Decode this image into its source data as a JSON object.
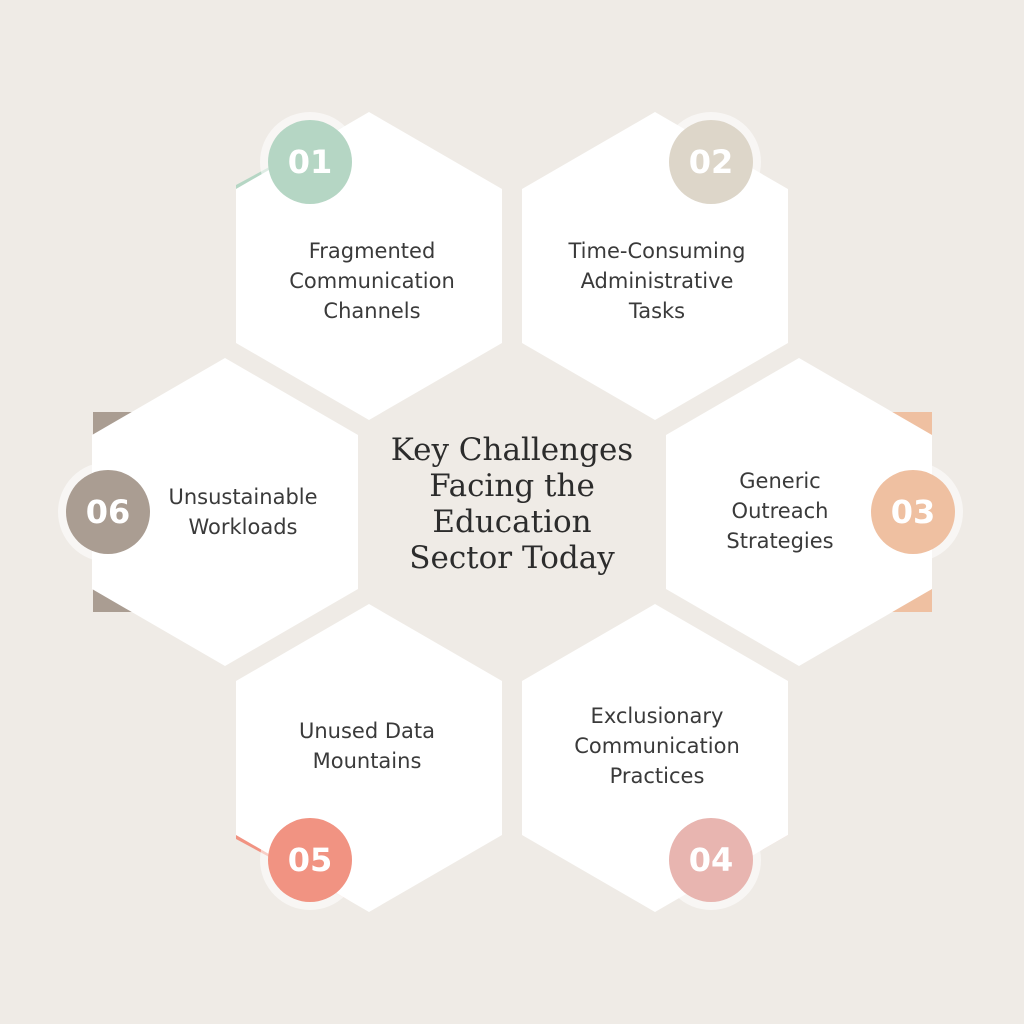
{
  "title": {
    "lines": [
      "Key Challenges",
      "Facing the",
      "Education",
      "Sector Today"
    ]
  },
  "challenges": [
    {
      "number": "01",
      "lines": [
        "Fragmented",
        "Communication",
        "Channels"
      ],
      "color": "#b5d6c4"
    },
    {
      "number": "02",
      "lines": [
        "Time-Consuming",
        "Administrative",
        "Tasks"
      ],
      "color": "#ddd6c9"
    },
    {
      "number": "03",
      "lines": [
        "Generic",
        "Outreach",
        "Strategies"
      ],
      "color": "#efc0a1"
    },
    {
      "number": "04",
      "lines": [
        "Exclusionary",
        "Communication",
        "Practices"
      ],
      "color": "#e8b5b0"
    },
    {
      "number": "05",
      "lines": [
        "Unused Data",
        "Mountains"
      ],
      "color": "#f19382"
    },
    {
      "number": "06",
      "lines": [
        "Unsustainable",
        "Workloads"
      ],
      "color": "#aa9d92"
    }
  ]
}
